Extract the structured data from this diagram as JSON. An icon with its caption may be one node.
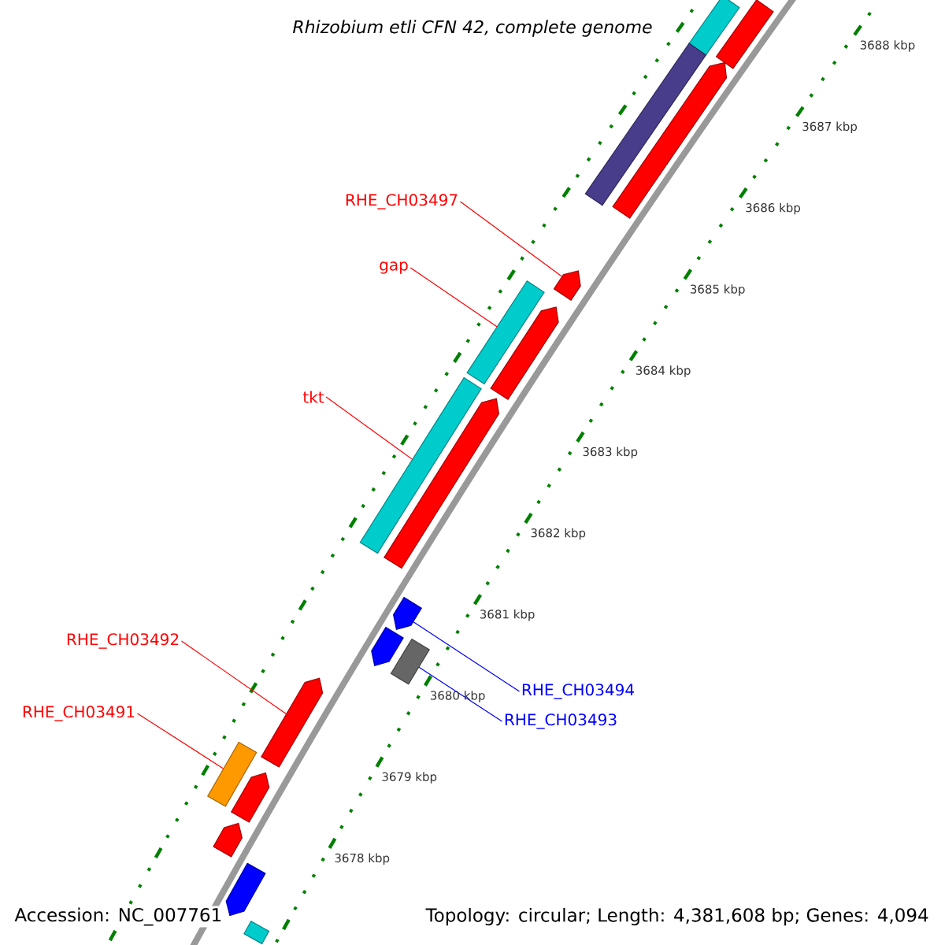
{
  "diagram": {
    "title": "Rhizobium etli CFN 42, complete genome",
    "nodes": [
      {
        "text": [
          "RHE_CH03497"
        ]
      },
      {
        "text": [],
        "shape": "arrow"
      },
      {
        "text": [
          "gap"
        ]
      },
      {
        "text": [],
        "shape": "bar"
      },
      {
        "text": [
          "tkt"
        ]
      },
      {
        "text": [],
        "shape": "bar"
      },
      {
        "text": [
          "RHE_CH03492"
        ]
      },
      {
        "text": [],
        "shape": "arrow"
      },
      {
        "text": [
          "RHE_CH03491"
        ]
      },
      {
        "text": [],
        "shape": "bar"
      },
      {
        "text": [
          "RHE_CH03494"
        ]
      },
      {
        "text": [],
        "shape": "arrow"
      },
      {
        "text": [
          "RHE_CH03493"
        ]
      },
      {
        "text": [],
        "shape": "bar"
      },
      {
        "text": [],
        "shape": "bar"
      },
      {
        "text": [],
        "shape": "bar"
      },
      {
        "text": [],
        "shape": "bar"
      },
      {
        "text": [],
        "shape": "arrow"
      },
      {
        "text": [],
        "shape": "arrow"
      },
      {
        "text": [],
        "shape": "arrow"
      },
      {
        "text": [],
        "shape": "arrow"
      },
      {
        "text": [],
        "shape": "arrow"
      },
      {
        "text": [],
        "shape": "arrow"
      },
      {
        "text": [],
        "shape": "arrow"
      },
      {
        "text": [],
        "shape": "bar"
      }
    ],
    "edges": [
      {
        "from": 0,
        "to": 1,
        "arrow": "none"
      },
      {
        "from": 2,
        "to": 3,
        "arrow": "none"
      },
      {
        "from": 4,
        "to": 5,
        "arrow": "none"
      },
      {
        "from": 6,
        "to": 7,
        "arrow": "none"
      },
      {
        "from": 8,
        "to": 9,
        "arrow": "none"
      },
      {
        "from": 10,
        "to": 11,
        "arrow": "none",
        "color": "#0000ff"
      },
      {
        "from": 12,
        "to": 13,
        "arrow": "none",
        "color": "#0000ff"
      }
    ],
    "labels": [
      "3688 kbp",
      "3687 kbp",
      "3686 kbp",
      "3685 kbp",
      "3684 kbp",
      "3683 kbp",
      "3682 kbp",
      "3681 kbp",
      "3680 kbp",
      "3679 kbp",
      "3678 kbp",
      "Accession: NC_007761",
      "Topology: circular; Length: 4,381,608 bp; Genes: 4,094"
    ]
  }
}
